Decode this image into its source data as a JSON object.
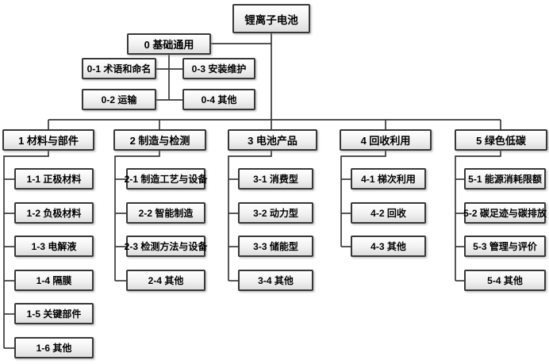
{
  "root": {
    "label": "锂离子电池"
  },
  "level0": {
    "label": "0 基础通用",
    "children": [
      {
        "label": "0-1 术语和命名"
      },
      {
        "label": "0-2 运输"
      },
      {
        "label": "0-3 安装维护"
      },
      {
        "label": "0-4 其他"
      }
    ]
  },
  "branches": [
    {
      "label": "1 材料与部件",
      "children": [
        {
          "label": "1-1 正极材料"
        },
        {
          "label": "1-2 负极材料"
        },
        {
          "label": "1-3 电解液"
        },
        {
          "label": "1-4 隔膜"
        },
        {
          "label": "1-5 关键部件"
        },
        {
          "label": "1-6 其他"
        }
      ]
    },
    {
      "label": "2 制造与检测",
      "children": [
        {
          "label": "2-1 制造工艺与设备"
        },
        {
          "label": "2-2 智能制造"
        },
        {
          "label": "2-3 检测方法与设备"
        },
        {
          "label": "2-4 其他"
        }
      ]
    },
    {
      "label": "3 电池产品",
      "children": [
        {
          "label": "3-1 消费型"
        },
        {
          "label": "3-2 动力型"
        },
        {
          "label": "3-3 储能型"
        },
        {
          "label": "3-4 其他"
        }
      ]
    },
    {
      "label": "4 回收利用",
      "children": [
        {
          "label": "4-1 梯次利用"
        },
        {
          "label": "4-2 回收"
        },
        {
          "label": "4-3 其他"
        }
      ]
    },
    {
      "label": "5 绿色低碳",
      "children": [
        {
          "label": "5-1 能源消耗限额"
        },
        {
          "label": "5-2 碳足迹与碳排放"
        },
        {
          "label": "5-3 管理与评价"
        },
        {
          "label": "5-4 其他"
        }
      ]
    }
  ],
  "colors": {
    "background": "#ffffff",
    "box_border": "#383838",
    "box_fill_top": "#ffffff",
    "box_fill_bottom": "#dedede",
    "connector": "#3a3a3a",
    "text": "#000000"
  }
}
